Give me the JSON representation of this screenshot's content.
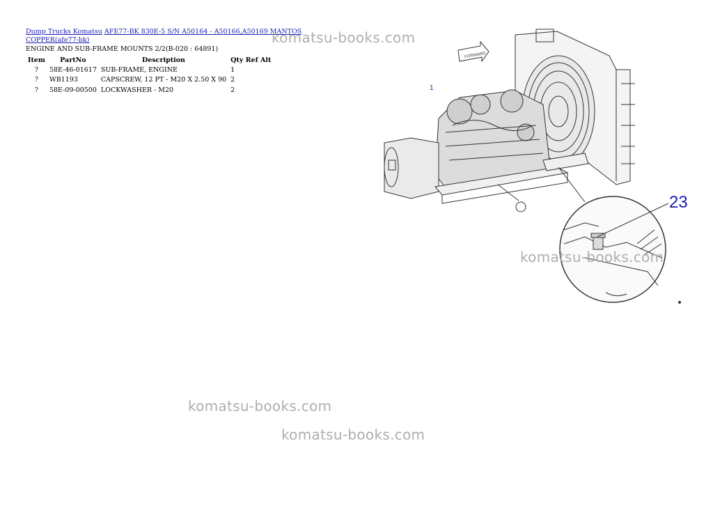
{
  "breadcrumb": {
    "link1": "Dump Trucks Komatsu",
    "link2": "AFE77-BK 830E-5 S/N A50164 - A50166,A50169 MANTOS COPPER(afe77-bk)"
  },
  "page_title": "ENGINE AND SUB-FRAME MOUNTS 2/2(B-020 : 64891)",
  "table": {
    "headers": [
      "Item",
      "PartNo",
      "Description",
      "Qty",
      "Ref",
      "Alt"
    ],
    "rows": [
      {
        "item": "?",
        "partno": "58E-46-01617",
        "description": "SUB-FRAME, ENGINE",
        "qty": "1"
      },
      {
        "item": "?",
        "partno": "WB1193",
        "description": "CAPSCREW, 12 PT - M20 X 2.50 X 90",
        "qty": "2"
      },
      {
        "item": "?",
        "partno": "58E-09-00500",
        "description": "LOCKWASHER - M20",
        "qty": "2"
      }
    ]
  },
  "diagram": {
    "callout_1": "1",
    "callout_23": "23",
    "arrow_label": "FORWARD",
    "callout_color": "#1a1ab0"
  },
  "watermarks": {
    "w1": "komatsu-books.com",
    "w2": "komatsu-books.com",
    "w3": "komatsu-books.com",
    "w4": "komatsu-books.com"
  }
}
